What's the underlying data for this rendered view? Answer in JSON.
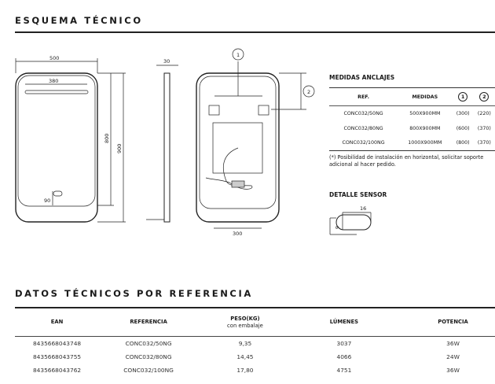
{
  "section1": {
    "title": "ESQUEMA TÉCNICO"
  },
  "drawing": {
    "front_width": "500",
    "led_width": "380",
    "led_height": "800",
    "total_height": "900",
    "sensor_offset": "90",
    "depth": "30",
    "anchor1_label": "1",
    "anchor2_label": "2",
    "bottom_width": "300"
  },
  "anchors": {
    "title": "MEDIDAS ANCLAJES",
    "headers": [
      "REF.",
      "MEDIDAS",
      "1",
      "2"
    ],
    "rows": [
      [
        "CONC032/50NG",
        "500X900MM",
        "(300)",
        "(220)"
      ],
      [
        "CONC032/80NG",
        "800X900MM",
        "(600)",
        "(370)"
      ],
      [
        "CONC032/100NG",
        "1000X900MM",
        "(800)",
        "(370)"
      ]
    ],
    "note": "(*) Posibilidad de instalación en horizontal, solicitar soporte adicional al hacer pedido."
  },
  "sensor": {
    "title": "DETALLE SENSOR",
    "width": "16",
    "height": "6"
  },
  "section2": {
    "title": "DATOS TÉCNICOS POR REFERENCIA"
  },
  "table": {
    "headers": [
      "EAN",
      "REFERENCIA",
      "PESO(KG)",
      "con embalaje",
      "LÚMENES",
      "POTENCIA"
    ],
    "rows": [
      [
        "8435668043748",
        "CONC032/50NG",
        "9,35",
        "3037",
        "36W"
      ],
      [
        "8435668043755",
        "CONC032/80NG",
        "14,45",
        "4066",
        "24W"
      ],
      [
        "8435668043762",
        "CONC032/100NG",
        "17,80",
        "4751",
        "36W"
      ]
    ]
  }
}
